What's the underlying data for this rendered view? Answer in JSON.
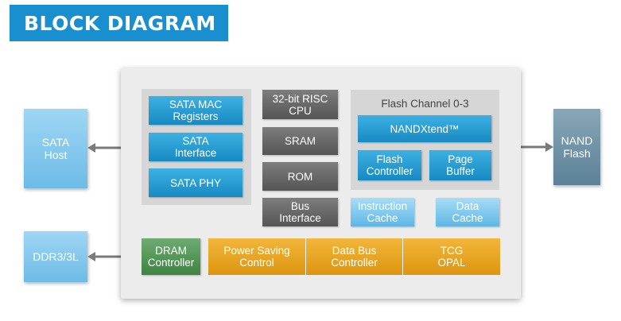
{
  "title": "BLOCK DIAGRAM",
  "external": {
    "sata_host": "SATA\nHost",
    "ddr": "DDR3/3L",
    "nand_flash": "NAND\nFlash"
  },
  "sata_panel": {
    "mac_registers": "SATA MAC\nRegisters",
    "interface": "SATA\nInterface",
    "phy": "SATA PHY"
  },
  "core": {
    "cpu": "32-bit RISC\nCPU",
    "sram": "SRAM",
    "rom": "ROM",
    "bus_interface": "Bus\nInterface"
  },
  "flash_panel": {
    "title": "Flash Channel 0-3",
    "nandxtend": "NANDXtend™",
    "flash_controller": "Flash\nController",
    "page_buffer": "Page\nBuffer"
  },
  "caches": {
    "instruction": "Instruction\nCache",
    "data": "Data\nCache"
  },
  "bottom": {
    "dram_controller": "DRAM\nController",
    "power_saving": "Power Saving\nControl",
    "data_bus": "Data Bus\nController",
    "tcg": "TCG\nOPAL"
  },
  "colors": {
    "title_bg": "#1a8fd0",
    "block_blue": "#1f98d0",
    "block_gray": "#666666",
    "block_green": "#4f9453",
    "block_orange": "#e6a51e",
    "nand_flash": "#6d90a5"
  }
}
